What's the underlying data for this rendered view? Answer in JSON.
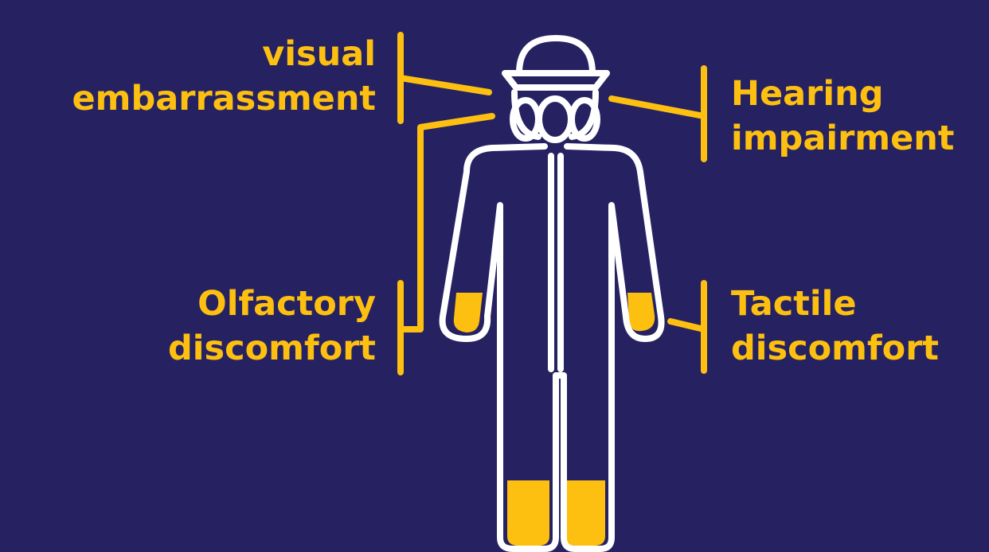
{
  "colors": {
    "background": "#262262",
    "accent": "#FDC010",
    "outline": "#FFFFFF"
  },
  "labels": {
    "visual": {
      "line1": "visual",
      "line2": "embarrassment"
    },
    "olfactory": {
      "line1": "Olfactory",
      "line2": "discomfort"
    },
    "hearing": {
      "line1": "Hearing",
      "line2": "impairment"
    },
    "tactile": {
      "line1": "Tactile",
      "line2": "discomfort"
    }
  },
  "figure": {
    "icon": "hazmat-suit-person-icon"
  }
}
